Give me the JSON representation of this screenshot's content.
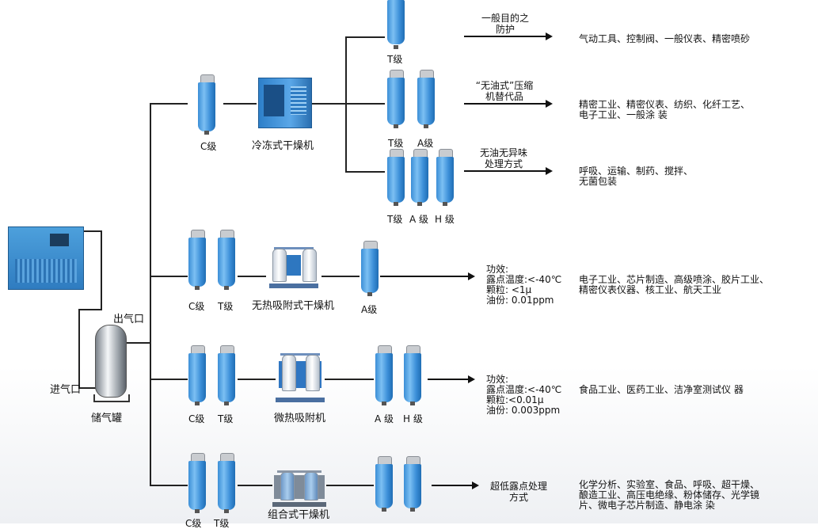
{
  "grades": {
    "t": "T级",
    "a": "A级",
    "c": "C级",
    "h": "H级",
    "a_sp": "A 级",
    "h_sp": "H 级",
    "c_partial": "C级",
    "t_partial": "T级"
  },
  "equipment": {
    "fridge_dryer": "冷冻式干燥机",
    "heatless_dryer": "无热吸附式干燥机",
    "micro_heat_dryer": "微热吸附机",
    "combo_dryer": "组合式干燥机",
    "tank": "储气罐",
    "outlet": "出气口",
    "inlet": "进气口"
  },
  "purposes": {
    "general_l1": "一般目的之",
    "general_l2": "防护",
    "oilfree_l1": "“无油式”压缩",
    "oilfree_l2": "机替代品",
    "odorless_l1": "无油无异味",
    "odorless_l2": "处理方式",
    "ultra_l1": "超低露点处理",
    "ultra_l2": "方式"
  },
  "specs": {
    "b2": {
      "title": "功效:",
      "dew": "露点温度:<-40℃",
      "particle": "颗粒: <1μ",
      "oil": "油份: 0.01ppm"
    },
    "b3": {
      "title": "功效:",
      "dew": "露点温度:<-40℃",
      "particle": "颗粒:<0.01μ",
      "oil": "油份: 0.003ppm"
    }
  },
  "applications": {
    "a1": "气动工具、控制阀、一般仪表、精密喷砂",
    "a2_l1": "精密工业、精密仪表、纺织、化纤工艺、",
    "a2_l2": "电子工业、一般涂 装",
    "a3_l1": "呼吸、运输、制药、搅拌、",
    "a3_l2": "无菌包装",
    "a4_l1": "电子工业、芯片制造、高级喷涂、胶片工业、",
    "a4_l2": "精密仪表仪器、核工业、航天工业",
    "a5": "食品工业、医药工业、洁净室测试仪 器",
    "a6_l1": "化学分析、实验室、食品、呼吸、超干燥、",
    "a6_l2": "酿造工业、高压电绝缘、粉体储存、光学镜",
    "a6_l3": "片、微电子芯片制造、静电涂 染"
  }
}
